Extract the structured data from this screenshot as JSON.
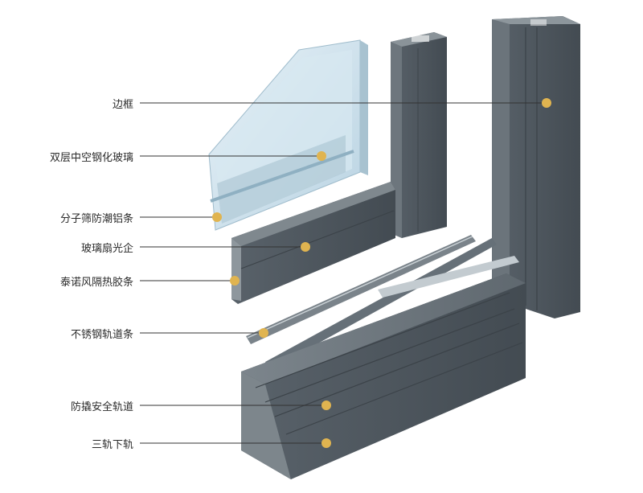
{
  "colors": {
    "background": "#ffffff",
    "profile_dark": "#4a5259",
    "profile_mid": "#5d666e",
    "profile_light": "#7a838a",
    "glass": "#cfe3ee",
    "marker": "#e0b450",
    "leader_line": "#333333",
    "label_text": "#2b2b2b"
  },
  "labels": [
    {
      "id": "frame",
      "text": "边框"
    },
    {
      "id": "insulated-glass",
      "text": "双层中空钢化玻璃"
    },
    {
      "id": "molecular-sieve-strip",
      "text": "分子筛防潮铝条"
    },
    {
      "id": "glass-sash-profile",
      "text": "玻璃扇光企"
    },
    {
      "id": "thermal-break-strip",
      "text": "泰诺风隔热胶条"
    },
    {
      "id": "stainless-rail-strip",
      "text": "不锈钢轨道条"
    },
    {
      "id": "anti-pry-safety-track",
      "text": "防撬安全轨道"
    },
    {
      "id": "triple-bottom-rail",
      "text": "三轨下轨"
    }
  ]
}
